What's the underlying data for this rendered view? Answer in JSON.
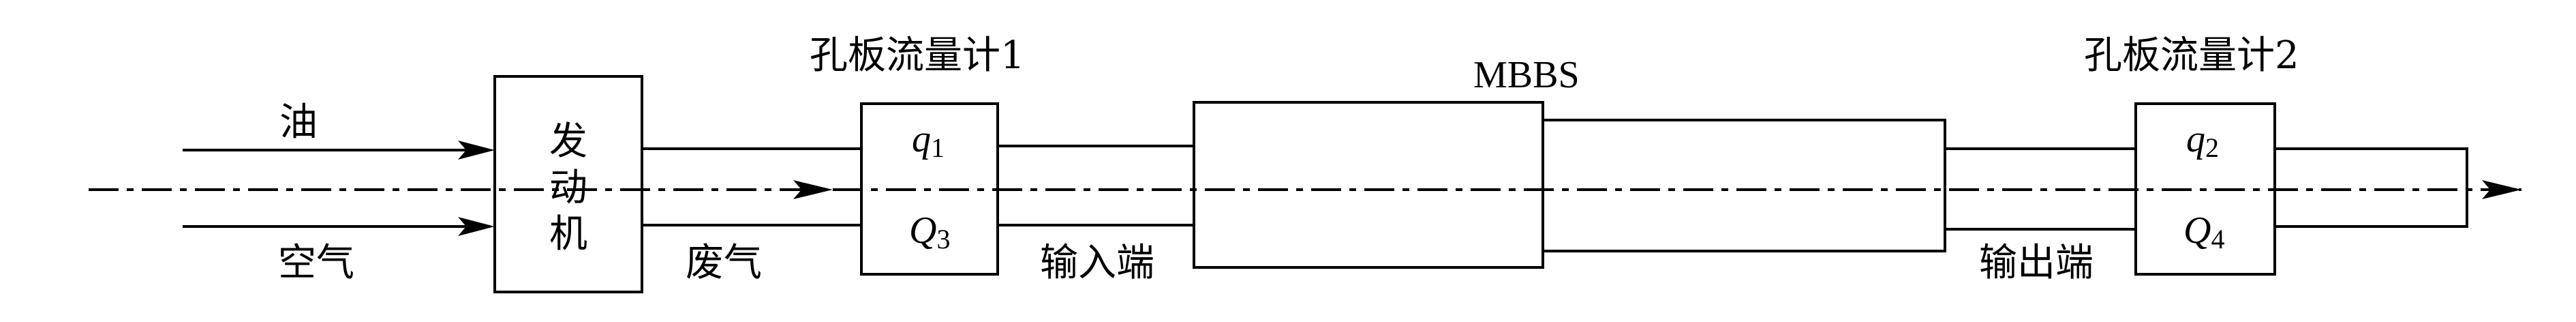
{
  "labels": {
    "oil": "油",
    "air": "空气",
    "engine_line1": "发",
    "engine_line2": "动",
    "engine_line3": "机",
    "exhaust": "废气",
    "flowmeter1_title": "孔板流量计1",
    "q1_var": "q",
    "q1_sub": "1",
    "Q3_var": "Q",
    "Q3_sub": "3",
    "input_end": "输入端",
    "mbbs": "MBBS",
    "flowmeter2_title": "孔板流量计2",
    "q2_var": "q",
    "q2_sub": "2",
    "Q4_var": "Q",
    "Q4_sub": "4",
    "output_end": "输出端"
  },
  "colors": {
    "stroke": "#000000",
    "background": "#ffffff"
  }
}
